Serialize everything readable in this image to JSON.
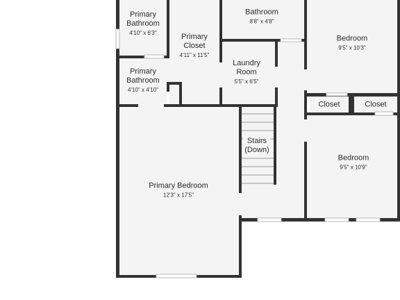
{
  "rooms": [
    {
      "key": "primary_bathroom_1",
      "name": [
        "Primary",
        "Bathroom"
      ],
      "dims": "4'10\" x 6'3\""
    },
    {
      "key": "primary_closet",
      "name": [
        "Primary",
        "Closet"
      ],
      "dims": "4'11\" x 11'5\""
    },
    {
      "key": "bathroom",
      "name": [
        "Bathroom"
      ],
      "dims": "8'8\" x 4'8\""
    },
    {
      "key": "bedroom_top",
      "name": [
        "Bedroom"
      ],
      "dims": "9'5\" x 10'3\""
    },
    {
      "key": "laundry_room",
      "name": [
        "Laundry",
        "Room"
      ],
      "dims": "5'5\" x 6'5\""
    },
    {
      "key": "primary_bathroom_2",
      "name": [
        "Primary",
        "Bathroom"
      ],
      "dims": "4'10\" x 4'10\""
    },
    {
      "key": "closet_left",
      "name": [
        "Closet"
      ],
      "dims": ""
    },
    {
      "key": "closet_right",
      "name": [
        "Closet"
      ],
      "dims": ""
    },
    {
      "key": "stairs",
      "name": [
        "Stairs",
        "(Down)"
      ],
      "dims": ""
    },
    {
      "key": "bedroom_bottom",
      "name": [
        "Bedroom"
      ],
      "dims": "9'5\" x 10'9\""
    },
    {
      "key": "primary_bedroom",
      "name": [
        "Primary Bedroom"
      ],
      "dims": "12'3\" x 17'5\""
    }
  ],
  "colors": {
    "wall": "#333333",
    "floor": "#f4f4f4",
    "background": "#ffffff"
  }
}
